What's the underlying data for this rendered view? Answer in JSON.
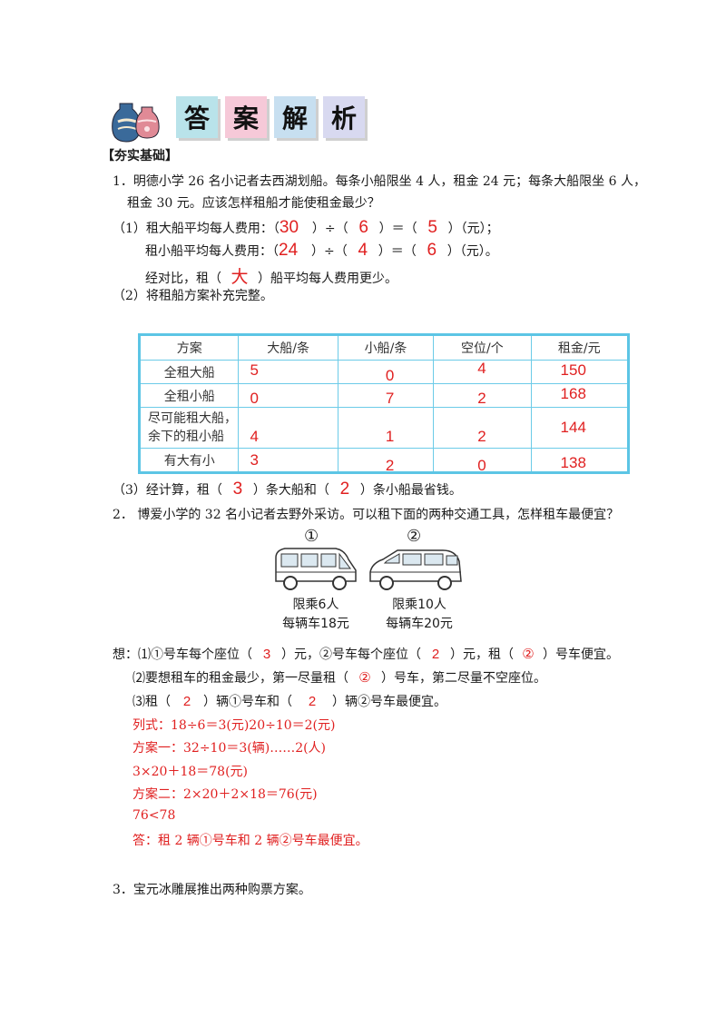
{
  "banner": {
    "chars": [
      "答",
      "案",
      "解",
      "析"
    ],
    "colors": [
      "#b9e3ea",
      "#f6c9d8",
      "#c7dff0",
      "#d8d9f0"
    ]
  },
  "section_title": "【夯实基础】",
  "q1": {
    "line1": "1．明德小学 26 名小记者去西湖划船。每条小船限坐 4 人，租金 24 元；每条大船限坐 6 人，",
    "line2": "租金 30 元。应该怎样租船才能使租金最少？",
    "p1_prefix": "（1）租大船平均每人费用：（",
    "p1_a": "30",
    "p1_mid1": "）÷（",
    "p1_b": "6",
    "p1_mid2": "）＝（",
    "p1_c": "5",
    "p1_end": "）（元）；",
    "p2_prefix": "租小船平均每人费用：（",
    "p2_a": "24",
    "p2_mid1": "）÷（",
    "p2_b": "4",
    "p2_mid2": "）＝（",
    "p2_c": "6",
    "p2_end": "）（元）。",
    "p3_prefix": "经对比，租（",
    "p3_a": "大",
    "p3_end": "）船平均每人费用更少。",
    "part2": "（2）将租船方案补充完整。",
    "table": {
      "headers": [
        "方案",
        "大船/条",
        "小船/条",
        "空位/个",
        "租金/元"
      ],
      "rows": [
        {
          "label": "全租大船",
          "label2": "",
          "big": "5",
          "small": "0",
          "empty": "4",
          "rent": "150"
        },
        {
          "label": "全租小船",
          "label2": "",
          "big": "0",
          "small": "7",
          "empty": "2",
          "rent": "168"
        },
        {
          "label": "尽可能租大船，",
          "label2": "余下的租小船",
          "big": "4",
          "small": "1",
          "empty": "2",
          "rent": "144"
        },
        {
          "label": "有大有小",
          "label2": "",
          "big": "3",
          "small": "2",
          "empty": "0",
          "rent": "138"
        }
      ]
    },
    "p4_prefix": "（3）经计算，租（",
    "p4_a": "3",
    "p4_mid": "）条大船和（",
    "p4_b": "2",
    "p4_end": "）条小船最省钱。"
  },
  "q2": {
    "line1": "2．  博爱小学的 32 名小记者去野外采访。可以租下面的两种交通工具，怎样租车最便宜？",
    "van1": {
      "num": "①",
      "cap1": "限乘6人",
      "cap2": "每辆车18元"
    },
    "van2": {
      "num": "②",
      "cap1": "限乘10人",
      "cap2": "每辆车20元"
    },
    "t1_prefix": "想：⑴①号车每个座位（",
    "t1_a": "3",
    "t1_mid1": "）元，②号车每个座位（",
    "t1_b": "2",
    "t1_mid2": "）元，租（",
    "t1_c": "②",
    "t1_end": "）号车便宜。",
    "t2_prefix": "⑵要想租车的租金最少，第一尽量租（",
    "t2_a": "②",
    "t2_end": "）号车，第二尽量不空座位。",
    "t3_prefix": "⑶租（",
    "t3_a": "2",
    "t3_mid": "）辆①号车和（",
    "t3_b": "2",
    "t3_end": "）辆②号车最便宜。",
    "calc": [
      "列式：18÷6＝3(元)20÷10＝2(元)",
      "方案一：32÷10＝3(辆)……2(人)",
      "3×20＋18＝78(元)",
      "方案二：2×20＋2×18＝76(元)",
      "76<78",
      "答：租 2 辆①号车和 2 辆②号车最便宜。"
    ]
  },
  "q3": {
    "line1": "3．宝元冰雕展推出两种购票方案。"
  }
}
